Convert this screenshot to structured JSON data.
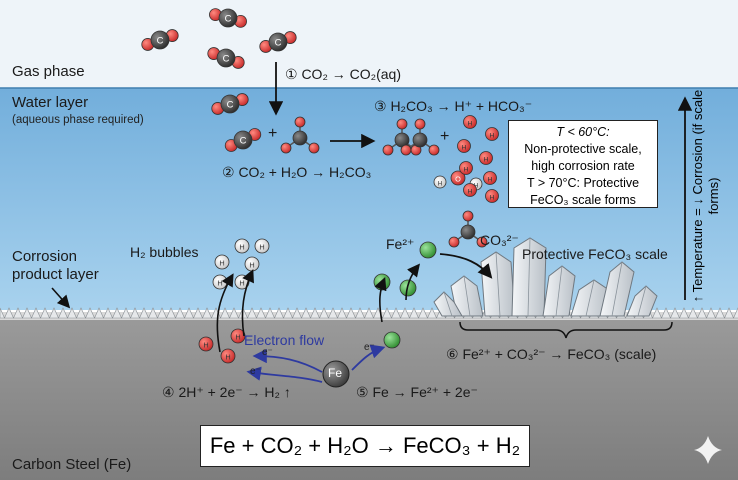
{
  "phases": {
    "gas": "Gas phase",
    "water": "Water layer",
    "water_sub": "(aqueous phase required)",
    "corrosion_line1": "Corrosion",
    "corrosion_line2": "product layer",
    "steel": "Carbon Steel (Fe)"
  },
  "steps": {
    "s1": "① CO₂ → CO₂(aq)",
    "s2": "② CO₂ + H₂O → H₂CO₃",
    "s3": "③ H₂CO₃ → H⁺ + HCO₃⁻",
    "s4": "④ 2H⁺ + 2e⁻ → H₂ ↑",
    "s5": "⑤ Fe → Fe²⁺ + 2e⁻",
    "s6": "⑥ Fe²⁺ + CO₃²⁻ → FeCO₃ (scale)"
  },
  "labels": {
    "h2_bubbles": "H₂ bubbles",
    "electron_flow": "Electron flow",
    "fe2": "Fe²⁺",
    "co3": "CO₃²⁻",
    "protective": "Protective FeCO₃ scale",
    "fe": "Fe",
    "e_minus": "e⁻",
    "h_plus": "H⁺",
    "plus": "+"
  },
  "note": {
    "line1": "T < 60°C:",
    "line2": "Non-protective scale,",
    "line3": "high corrosion rate",
    "line4": "T > 70°C: Protective",
    "line5": "FeCO₃ scale forms"
  },
  "side_text": "↑ Temperature = ↓ Corrosion (if scale forms)",
  "main_equation": "Fe + CO₂ + H₂O → FeCO₃ + H₂",
  "colors": {
    "gas_bg": "#eef4f9",
    "water_bg": "#7fb7e0",
    "steel_bg": "#8a8a8a",
    "oxygen": "#d63a35",
    "carbon": "#3a3a3a",
    "hydrogen": "#e6e6e6",
    "iron_ion": "#3fae3f",
    "electron_arrow": "#2e3aa0"
  }
}
